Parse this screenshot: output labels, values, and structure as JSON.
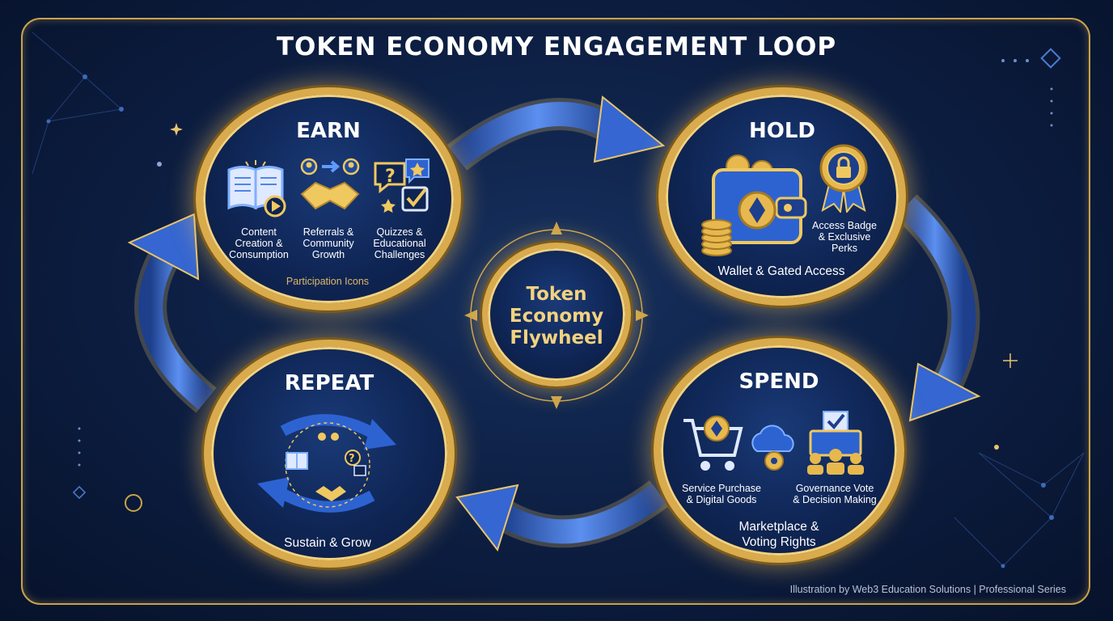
{
  "title": "TOKEN ECONOMY ENGAGEMENT LOOP",
  "center": {
    "line1": "Token",
    "line2": "Economy",
    "line3": "Flywheel"
  },
  "earn": {
    "label": "EARN",
    "items": [
      {
        "l1": "Content",
        "l2": "Creation &",
        "l3": "Consumption",
        "icon": "book-play-icon"
      },
      {
        "l1": "Referrals &",
        "l2": "Community",
        "l3": "Growth",
        "icon": "handshake-referral-icon"
      },
      {
        "l1": "Quizzes &",
        "l2": "Educational",
        "l3": "Challenges",
        "icon": "quiz-icon"
      }
    ],
    "caption": "Participation Icons"
  },
  "hold": {
    "label": "HOLD",
    "badge": {
      "l1": "Access Badge",
      "l2": "& Exclusive",
      "l3": "Perks"
    },
    "caption": "Wallet & Gated Access"
  },
  "spend": {
    "label": "SPEND",
    "left": {
      "l1": "Service Purchase",
      "l2": "& Digital Goods"
    },
    "right": {
      "l1": "Governance Vote",
      "l2": "& Decision Making"
    },
    "caption1": "Marketplace &",
    "caption2": "Voting Rights"
  },
  "repeat": {
    "label": "REPEAT",
    "caption": "Sustain & Grow"
  },
  "footer": "Illustration by Web3 Education Solutions | Professional Series",
  "colors": {
    "gold": "#d9ab4d",
    "navy": "#0c1d40",
    "blue": "#2f63c9"
  }
}
